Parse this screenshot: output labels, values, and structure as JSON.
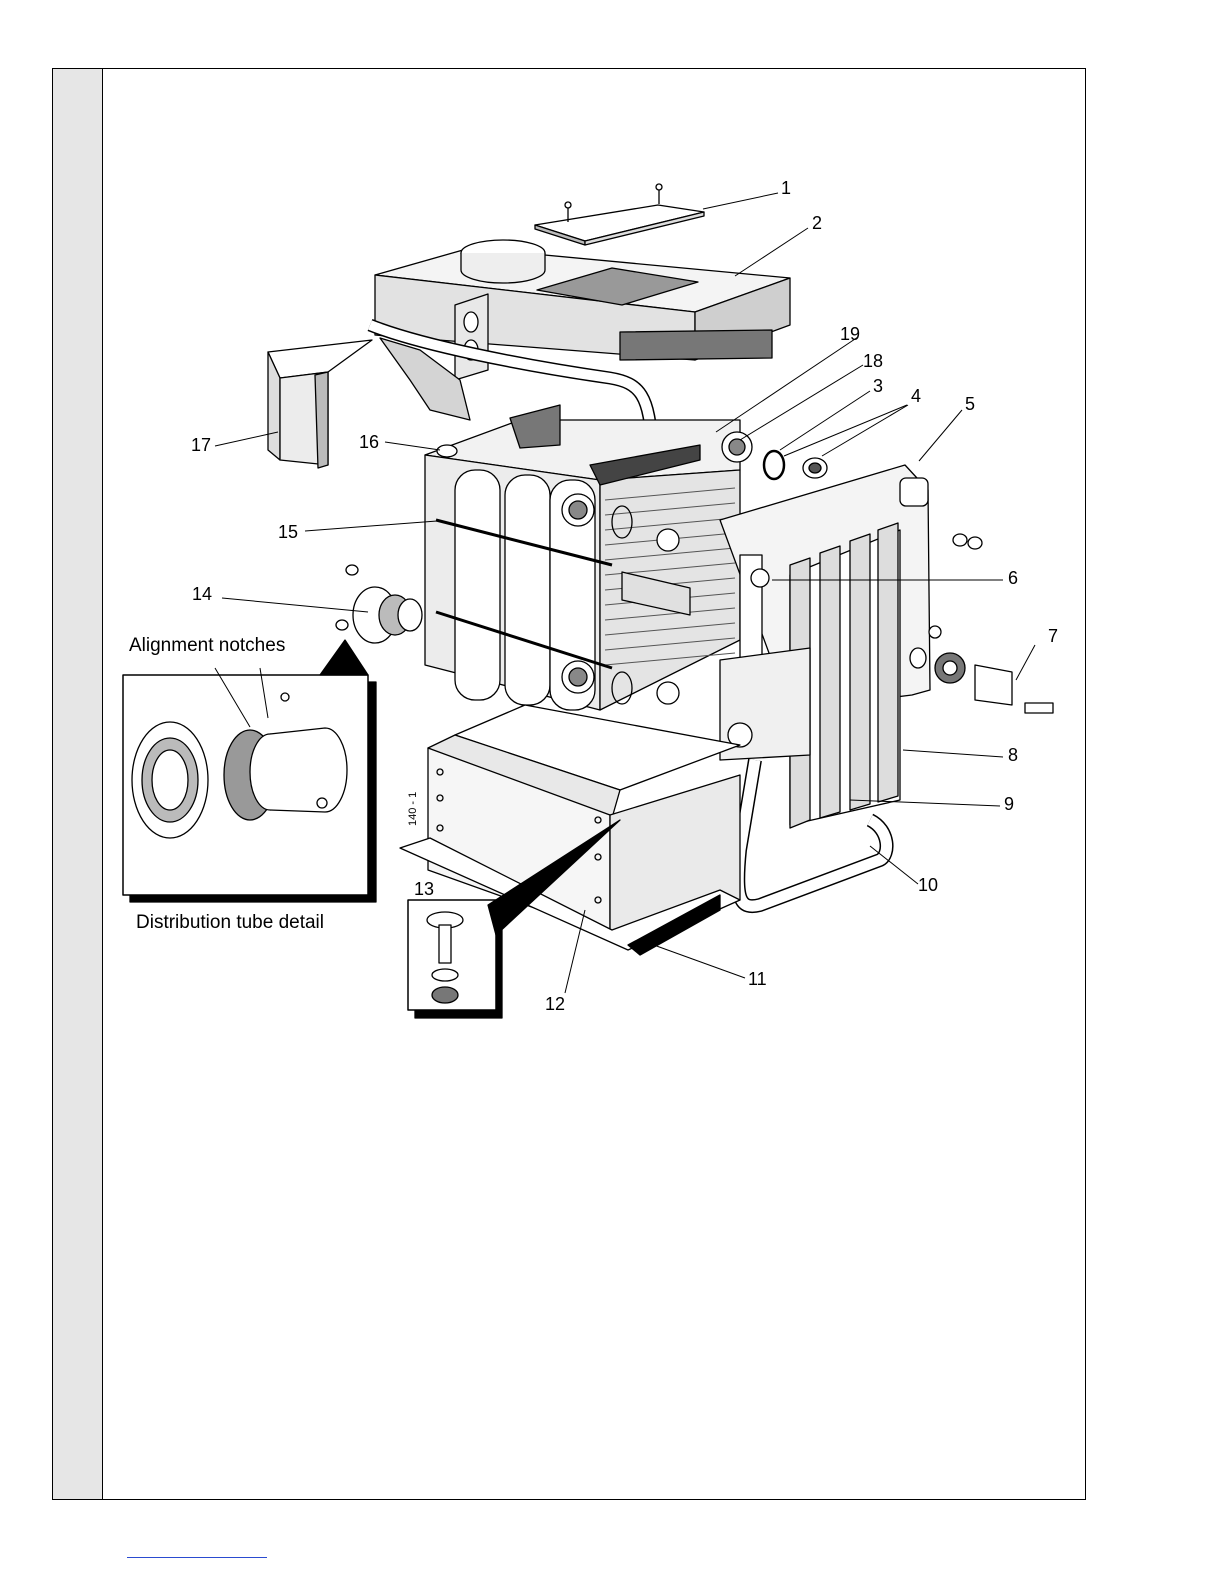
{
  "figure": {
    "figure_id": "140 - 1",
    "callouts": [
      "1",
      "2",
      "3",
      "4",
      "5",
      "6",
      "7",
      "8",
      "9",
      "10",
      "11",
      "12",
      "13",
      "14",
      "15",
      "16",
      "17",
      "18",
      "19"
    ],
    "inset_title": "Alignment notches",
    "inset_caption": "Distribution tube detail"
  }
}
